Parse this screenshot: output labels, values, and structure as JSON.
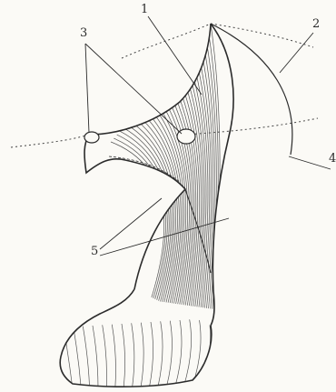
{
  "figure": {
    "callouts": [
      {
        "id": "c1",
        "text": "1"
      },
      {
        "id": "c2",
        "text": "2"
      },
      {
        "id": "c3",
        "text": "3"
      },
      {
        "id": "c4",
        "text": "4"
      },
      {
        "id": "c5",
        "text": "5"
      }
    ]
  },
  "colors": {
    "ink": "#2b2b2b",
    "paper": "#fbfaf6",
    "hatch": "#555555"
  }
}
